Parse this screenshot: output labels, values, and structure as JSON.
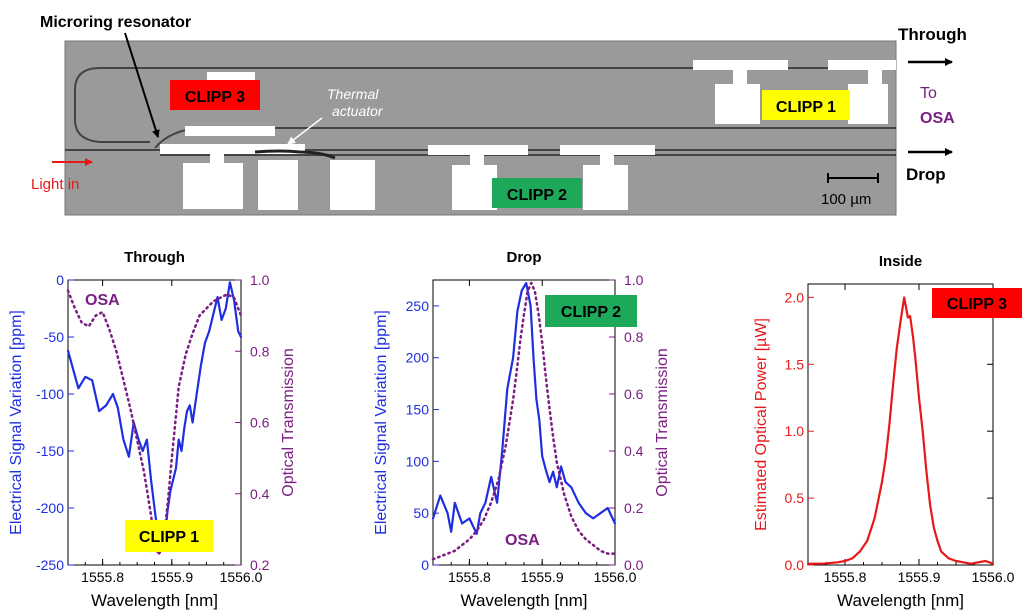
{
  "colors": {
    "through_curve": "#1f2fe0",
    "osa_curve": "#7b1e83",
    "inside_curve": "#e5191a",
    "clipp1": "#ffff00",
    "clipp2": "#1ea95a",
    "clipp3": "#ff0000",
    "chip_background": "#9a9a9a"
  },
  "micrograph": {
    "microring_label": "Microring resonator",
    "thermal_actuator_label_1": "Thermal",
    "thermal_actuator_label_2": "actuator",
    "light_in_label": "Light in",
    "through_label": "Through",
    "drop_label": "Drop",
    "to_label": "To",
    "osa_label": "OSA",
    "scale_label": "100 µm",
    "clipp1_label": "CLIPP 1",
    "clipp2_label": "CLIPP 2",
    "clipp3_label": "CLIPP 3"
  },
  "chart_data": [
    {
      "type": "line",
      "title": "Through",
      "xlabel": "Wavelength [nm]",
      "ylabel": "Electrical Signal Variation [ppm]",
      "y2label": "Optical Transmission",
      "xlim": [
        1555.75,
        1556.0
      ],
      "ylim": [
        -250,
        0
      ],
      "y2lim": [
        0.2,
        1.0
      ],
      "xticks": [
        "1555.8",
        "1555.9",
        "1556.0"
      ],
      "yticks": [
        "0",
        "-50",
        "-100",
        "-150",
        "-200",
        "-250"
      ],
      "y2ticks": [
        "1.0",
        "0.8",
        "0.6",
        "0.4",
        "0.2"
      ],
      "annotation": "OSA",
      "badge": "CLIPP 1",
      "series": [
        {
          "axis": "left",
          "style": "solid",
          "x": [
            1555.75,
            1555.765,
            1555.775,
            1555.785,
            1555.795,
            1555.805,
            1555.815,
            1555.822,
            1555.83,
            1555.838,
            1555.845,
            1555.852,
            1555.858,
            1555.864,
            1555.87,
            1555.876,
            1555.882,
            1555.886,
            1555.89,
            1555.894,
            1555.898,
            1555.902,
            1555.906,
            1555.91,
            1555.914,
            1555.918,
            1555.922,
            1555.926,
            1555.93,
            1555.936,
            1555.942,
            1555.948,
            1555.954,
            1555.96,
            1555.966,
            1555.972,
            1555.978,
            1555.984,
            1555.99,
            1555.996,
            1556.0
          ],
          "y": [
            -62,
            -95,
            -85,
            -88,
            -115,
            -110,
            -100,
            -112,
            -140,
            -155,
            -125,
            -140,
            -150,
            -140,
            -175,
            -205,
            -232,
            -232,
            -225,
            -202,
            -185,
            -175,
            -165,
            -140,
            -150,
            -130,
            -115,
            -110,
            -125,
            -100,
            -75,
            -55,
            -45,
            -30,
            -15,
            -35,
            -25,
            -2,
            -18,
            -45,
            -50
          ]
        },
        {
          "axis": "right",
          "style": "dotted",
          "x": [
            1555.75,
            1555.76,
            1555.77,
            1555.78,
            1555.79,
            1555.8,
            1555.81,
            1555.82,
            1555.83,
            1555.84,
            1555.85,
            1555.86,
            1555.87,
            1555.875,
            1555.88,
            1555.885,
            1555.89,
            1555.895,
            1555.9,
            1555.905,
            1555.91,
            1555.92,
            1555.93,
            1555.94,
            1555.95,
            1555.96,
            1555.97,
            1555.98,
            1555.99,
            1556.0
          ],
          "y": [
            0.97,
            0.92,
            0.88,
            0.87,
            0.9,
            0.91,
            0.86,
            0.8,
            0.72,
            0.64,
            0.55,
            0.46,
            0.34,
            0.27,
            0.23,
            0.24,
            0.3,
            0.39,
            0.5,
            0.6,
            0.7,
            0.79,
            0.85,
            0.9,
            0.92,
            0.94,
            0.95,
            0.96,
            0.95,
            0.9
          ]
        }
      ]
    },
    {
      "type": "line",
      "title": "Drop",
      "xlabel": "Wavelength [nm]",
      "ylabel": "Electrical Signal Variation [ppm]",
      "y2label": "Optical Transmission",
      "xlim": [
        1555.75,
        1556.0
      ],
      "ylim": [
        0,
        275
      ],
      "y2lim": [
        0.0,
        1.0
      ],
      "xticks": [
        "1555.8",
        "1555.9",
        "1556.0"
      ],
      "yticks": [
        "0",
        "50",
        "100",
        "150",
        "200",
        "250"
      ],
      "y2ticks": [
        "1.0",
        "0.8",
        "0.6",
        "0.4",
        "0.2",
        "0.0"
      ],
      "annotation": "OSA",
      "badge": "CLIPP 2",
      "series": [
        {
          "axis": "left",
          "style": "solid",
          "x": [
            1555.75,
            1555.76,
            1555.77,
            1555.775,
            1555.78,
            1555.79,
            1555.8,
            1555.81,
            1555.815,
            1555.822,
            1555.83,
            1555.838,
            1555.845,
            1555.852,
            1555.86,
            1555.866,
            1555.872,
            1555.878,
            1555.884,
            1555.888,
            1555.892,
            1555.896,
            1555.9,
            1555.905,
            1555.91,
            1555.915,
            1555.92,
            1555.926,
            1555.932,
            1555.94,
            1555.95,
            1555.96,
            1555.97,
            1555.98,
            1555.99,
            1556.0
          ],
          "y": [
            45,
            67,
            50,
            32,
            60,
            40,
            45,
            30,
            50,
            60,
            85,
            60,
            110,
            170,
            200,
            245,
            265,
            272,
            250,
            200,
            160,
            140,
            105,
            92,
            80,
            90,
            75,
            95,
            80,
            75,
            60,
            50,
            45,
            50,
            55,
            40
          ]
        },
        {
          "axis": "right",
          "style": "dotted",
          "x": [
            1555.75,
            1555.76,
            1555.77,
            1555.78,
            1555.79,
            1555.8,
            1555.81,
            1555.82,
            1555.83,
            1555.84,
            1555.85,
            1555.86,
            1555.865,
            1555.87,
            1555.875,
            1555.88,
            1555.885,
            1555.89,
            1555.895,
            1555.9,
            1555.905,
            1555.91,
            1555.915,
            1555.92,
            1555.93,
            1555.94,
            1555.95,
            1555.96,
            1555.97,
            1555.98,
            1555.99,
            1556.0
          ],
          "y": [
            0.02,
            0.03,
            0.04,
            0.05,
            0.07,
            0.09,
            0.12,
            0.16,
            0.22,
            0.3,
            0.42,
            0.58,
            0.68,
            0.79,
            0.88,
            0.96,
            0.99,
            0.96,
            0.88,
            0.78,
            0.66,
            0.55,
            0.45,
            0.36,
            0.25,
            0.17,
            0.12,
            0.09,
            0.07,
            0.05,
            0.04,
            0.04
          ]
        }
      ]
    },
    {
      "type": "line",
      "title": "Inside",
      "xlabel": "Wavelength [nm]",
      "ylabel": "Estimated Optical Power [µW]",
      "xlim": [
        1555.75,
        1556.0
      ],
      "ylim": [
        0,
        2.1
      ],
      "xticks": [
        "1555.8",
        "1555.9",
        "1556.0"
      ],
      "yticks": [
        "0.0",
        "0.5",
        "1.0",
        "1.5",
        "2.0"
      ],
      "badge": "CLIPP 3",
      "series": [
        {
          "axis": "left",
          "style": "solid",
          "x": [
            1555.75,
            1555.77,
            1555.79,
            1555.8,
            1555.81,
            1555.82,
            1555.83,
            1555.84,
            1555.85,
            1555.855,
            1555.86,
            1555.865,
            1555.87,
            1555.875,
            1555.88,
            1555.885,
            1555.888,
            1555.892,
            1555.895,
            1555.9,
            1555.905,
            1555.91,
            1555.915,
            1555.92,
            1555.925,
            1555.93,
            1555.94,
            1555.95,
            1555.96,
            1555.97,
            1555.98,
            1555.99,
            1556.0
          ],
          "y": [
            0.01,
            0.01,
            0.02,
            0.03,
            0.05,
            0.1,
            0.18,
            0.35,
            0.62,
            0.8,
            1.05,
            1.35,
            1.62,
            1.82,
            2.0,
            1.85,
            1.86,
            1.7,
            1.55,
            1.25,
            1.0,
            0.7,
            0.45,
            0.28,
            0.18,
            0.1,
            0.05,
            0.03,
            0.02,
            0.01,
            0.02,
            0.03,
            0.01
          ]
        }
      ]
    }
  ]
}
